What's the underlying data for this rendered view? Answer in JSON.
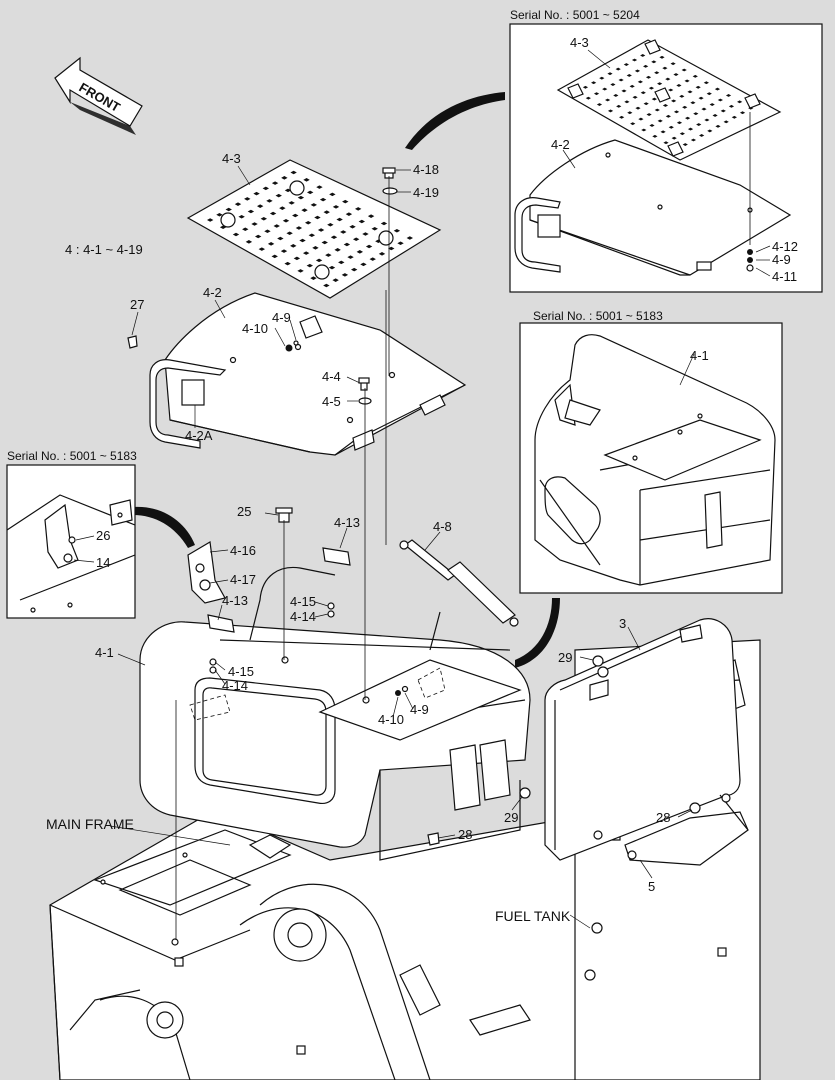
{
  "insets": {
    "top_right_serial": "Serial No. : 5001 ~ 5204",
    "mid_right_serial": "Serial No. : 5001 ~ 5183",
    "left_serial": "Serial No. : 5001 ~ 5183"
  },
  "front_arrow_label": "FRONT",
  "assembly_note": "4 : 4-1 ~ 4-19",
  "area_labels": {
    "main_frame": "MAIN FRAME",
    "fuel_tank": "FUEL TANK"
  },
  "part_labels": {
    "p4_3_main": "4-3",
    "p4_18": "4-18",
    "p4_19": "4-19",
    "p27": "27",
    "p4_2_main": "4-2",
    "p4_9_top": "4-9",
    "p4_10_top": "4-10",
    "p4_4": "4-4",
    "p4_5": "4-5",
    "p4_2A": "4-2A",
    "p25": "25",
    "p4_13_top": "4-13",
    "p4_8": "4-8",
    "p4_16": "4-16",
    "p4_17": "4-17",
    "p4_13_left": "4-13",
    "p4_15_right": "4-15",
    "p4_14_right": "4-14",
    "p4_1_main": "4-1",
    "p4_15_left": "4-15",
    "p4_14_left": "4-14",
    "p4_10_bottom": "4-10",
    "p4_9_bottom": "4-9",
    "p28_main": "28",
    "p3": "3",
    "p29_top": "29",
    "p29_bottom": "29",
    "p28_tank": "28",
    "p5": "5",
    "inset_top_4_3": "4-3",
    "inset_top_4_2": "4-2",
    "inset_top_4_12": "4-12",
    "inset_top_4_9": "4-9",
    "inset_top_4_11": "4-11",
    "inset_mid_4_1": "4-1",
    "inset_left_26": "26",
    "inset_left_14": "14"
  },
  "colors": {
    "background": "#dcdcdc",
    "line": "#111111",
    "paper": "#ffffff"
  }
}
